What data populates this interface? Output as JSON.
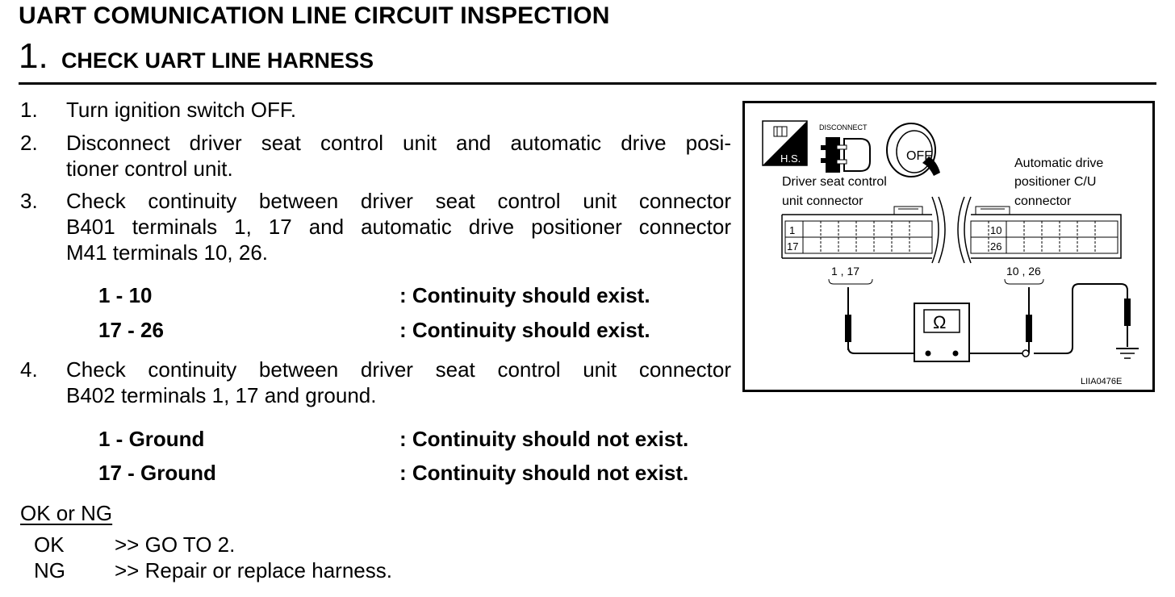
{
  "header": {
    "title": "UART COMUNICATION LINE CIRCUIT INSPECTION",
    "step_number": "1.",
    "step_title": "CHECK UART LINE HARNESS"
  },
  "procedure": [
    {
      "num": "1.",
      "lines": [
        "Turn ignition switch OFF."
      ]
    },
    {
      "num": "2.",
      "lines": [
        "Disconnect driver seat control unit and automatic drive posi-",
        "tioner control unit."
      ]
    },
    {
      "num": "3.",
      "lines": [
        "Check continuity between driver seat control unit connector",
        "B401 terminals 1, 17 and automatic drive positioner connector",
        "M41 terminals 10, 26."
      ]
    },
    {
      "num": "4.",
      "lines": [
        "Check continuity between driver seat control unit connector",
        "B402 terminals 1, 17 and ground."
      ]
    }
  ],
  "checks_step3": [
    {
      "terminals": "1 - 10",
      "result": ": Continuity should exist."
    },
    {
      "terminals": "17 - 26",
      "result": ": Continuity should exist."
    }
  ],
  "checks_step4": [
    {
      "terminals": "1 - Ground",
      "result": ": Continuity should not exist."
    },
    {
      "terminals": "17 - Ground",
      "result": ": Continuity should not exist."
    }
  ],
  "ok_ng": {
    "heading": "OK or NG",
    "results": [
      {
        "key": "OK",
        "action": ">> GO TO 2."
      },
      {
        "key": "NG",
        "action": ">> Repair or replace harness."
      }
    ]
  },
  "figure": {
    "hs_label": "H.S.",
    "disconnect_label": "DISCONNECT",
    "off_label": "OFF",
    "left_connector_label": [
      "Driver seat control",
      "unit connector"
    ],
    "right_connector_label": [
      "Automatic drive",
      "positioner C/U",
      "connector"
    ],
    "left_terminals": [
      "1",
      "17"
    ],
    "right_terminals": [
      "10",
      "26"
    ],
    "left_probe_label": "1 , 17",
    "right_probe_label": "10 , 26",
    "ohm_symbol": "Ω",
    "figure_code": "LIIA0476E"
  }
}
